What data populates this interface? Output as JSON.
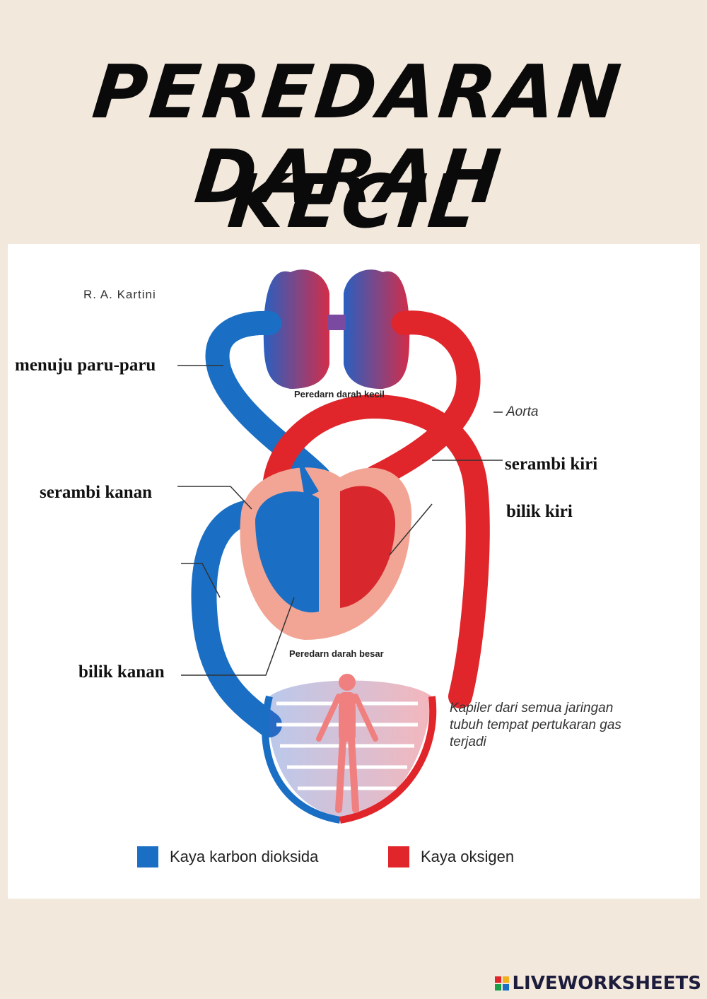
{
  "title": {
    "line1": "PEREDARAN DARAH",
    "line2": "KECIL"
  },
  "author": "R. A. Kartini",
  "labels": {
    "menuju_paru_paru": "menuju paru-paru",
    "serambi_kanan": "serambi kanan",
    "bilik_kanan": "bilik kanan",
    "serambi_kiri": "serambi kiri",
    "bilik_kiri": "bilik kiri",
    "aorta": "Aorta",
    "peredaran_kecil": "Peredarn darah kecil",
    "peredaran_besar": "Peredarn darah besar",
    "kapiler": "Kapiler dari semua jaringan tubuh tempat pertukaran gas terjadi"
  },
  "legend": {
    "co2": {
      "label": "Kaya karbon dioksida",
      "color": "#1a6fc4"
    },
    "o2": {
      "label": "Kaya oksigen",
      "color": "#e0252b"
    }
  },
  "colors": {
    "background": "#f3e8dc",
    "blue": "#1a6fc4",
    "red": "#e0252b",
    "heart_pink": "#f2a595"
  },
  "brand": "LIVEWORKSHEETS"
}
